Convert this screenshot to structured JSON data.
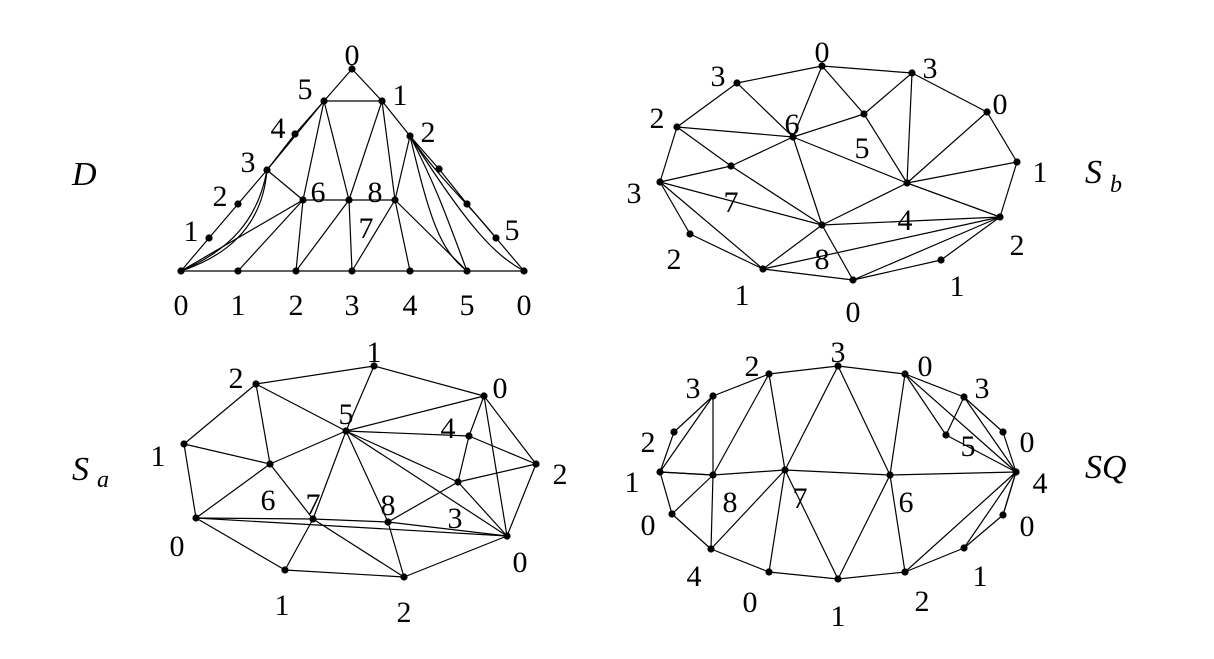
{
  "figures": [
    {
      "id": "D",
      "name": "D",
      "subscript": "",
      "labels": [
        "0",
        "5",
        "1",
        "4",
        "2",
        "3",
        "2",
        "6",
        "8",
        "1",
        "7",
        "5",
        "0",
        "1",
        "2",
        "3",
        "4",
        "5",
        "0"
      ]
    },
    {
      "id": "Sb",
      "name": "S",
      "subscript": "b",
      "labels": [
        "0",
        "3",
        "3",
        "0",
        "2",
        "6",
        "5",
        "1",
        "3",
        "7",
        "4",
        "2",
        "8",
        "2",
        "1",
        "0",
        "1"
      ]
    },
    {
      "id": "Sa",
      "name": "S",
      "subscript": "a",
      "labels": [
        "1",
        "2",
        "0",
        "5",
        "4",
        "1",
        "2",
        "6",
        "7",
        "8",
        "3",
        "0",
        "0",
        "1",
        "2"
      ]
    },
    {
      "id": "SQ",
      "name": "SQ",
      "subscript": "",
      "labels": [
        "3",
        "2",
        "0",
        "3",
        "3",
        "2",
        "0",
        "5",
        "1",
        "4",
        "8",
        "7",
        "6",
        "0",
        "0",
        "4",
        "1",
        "1",
        "0",
        "2"
      ]
    }
  ]
}
